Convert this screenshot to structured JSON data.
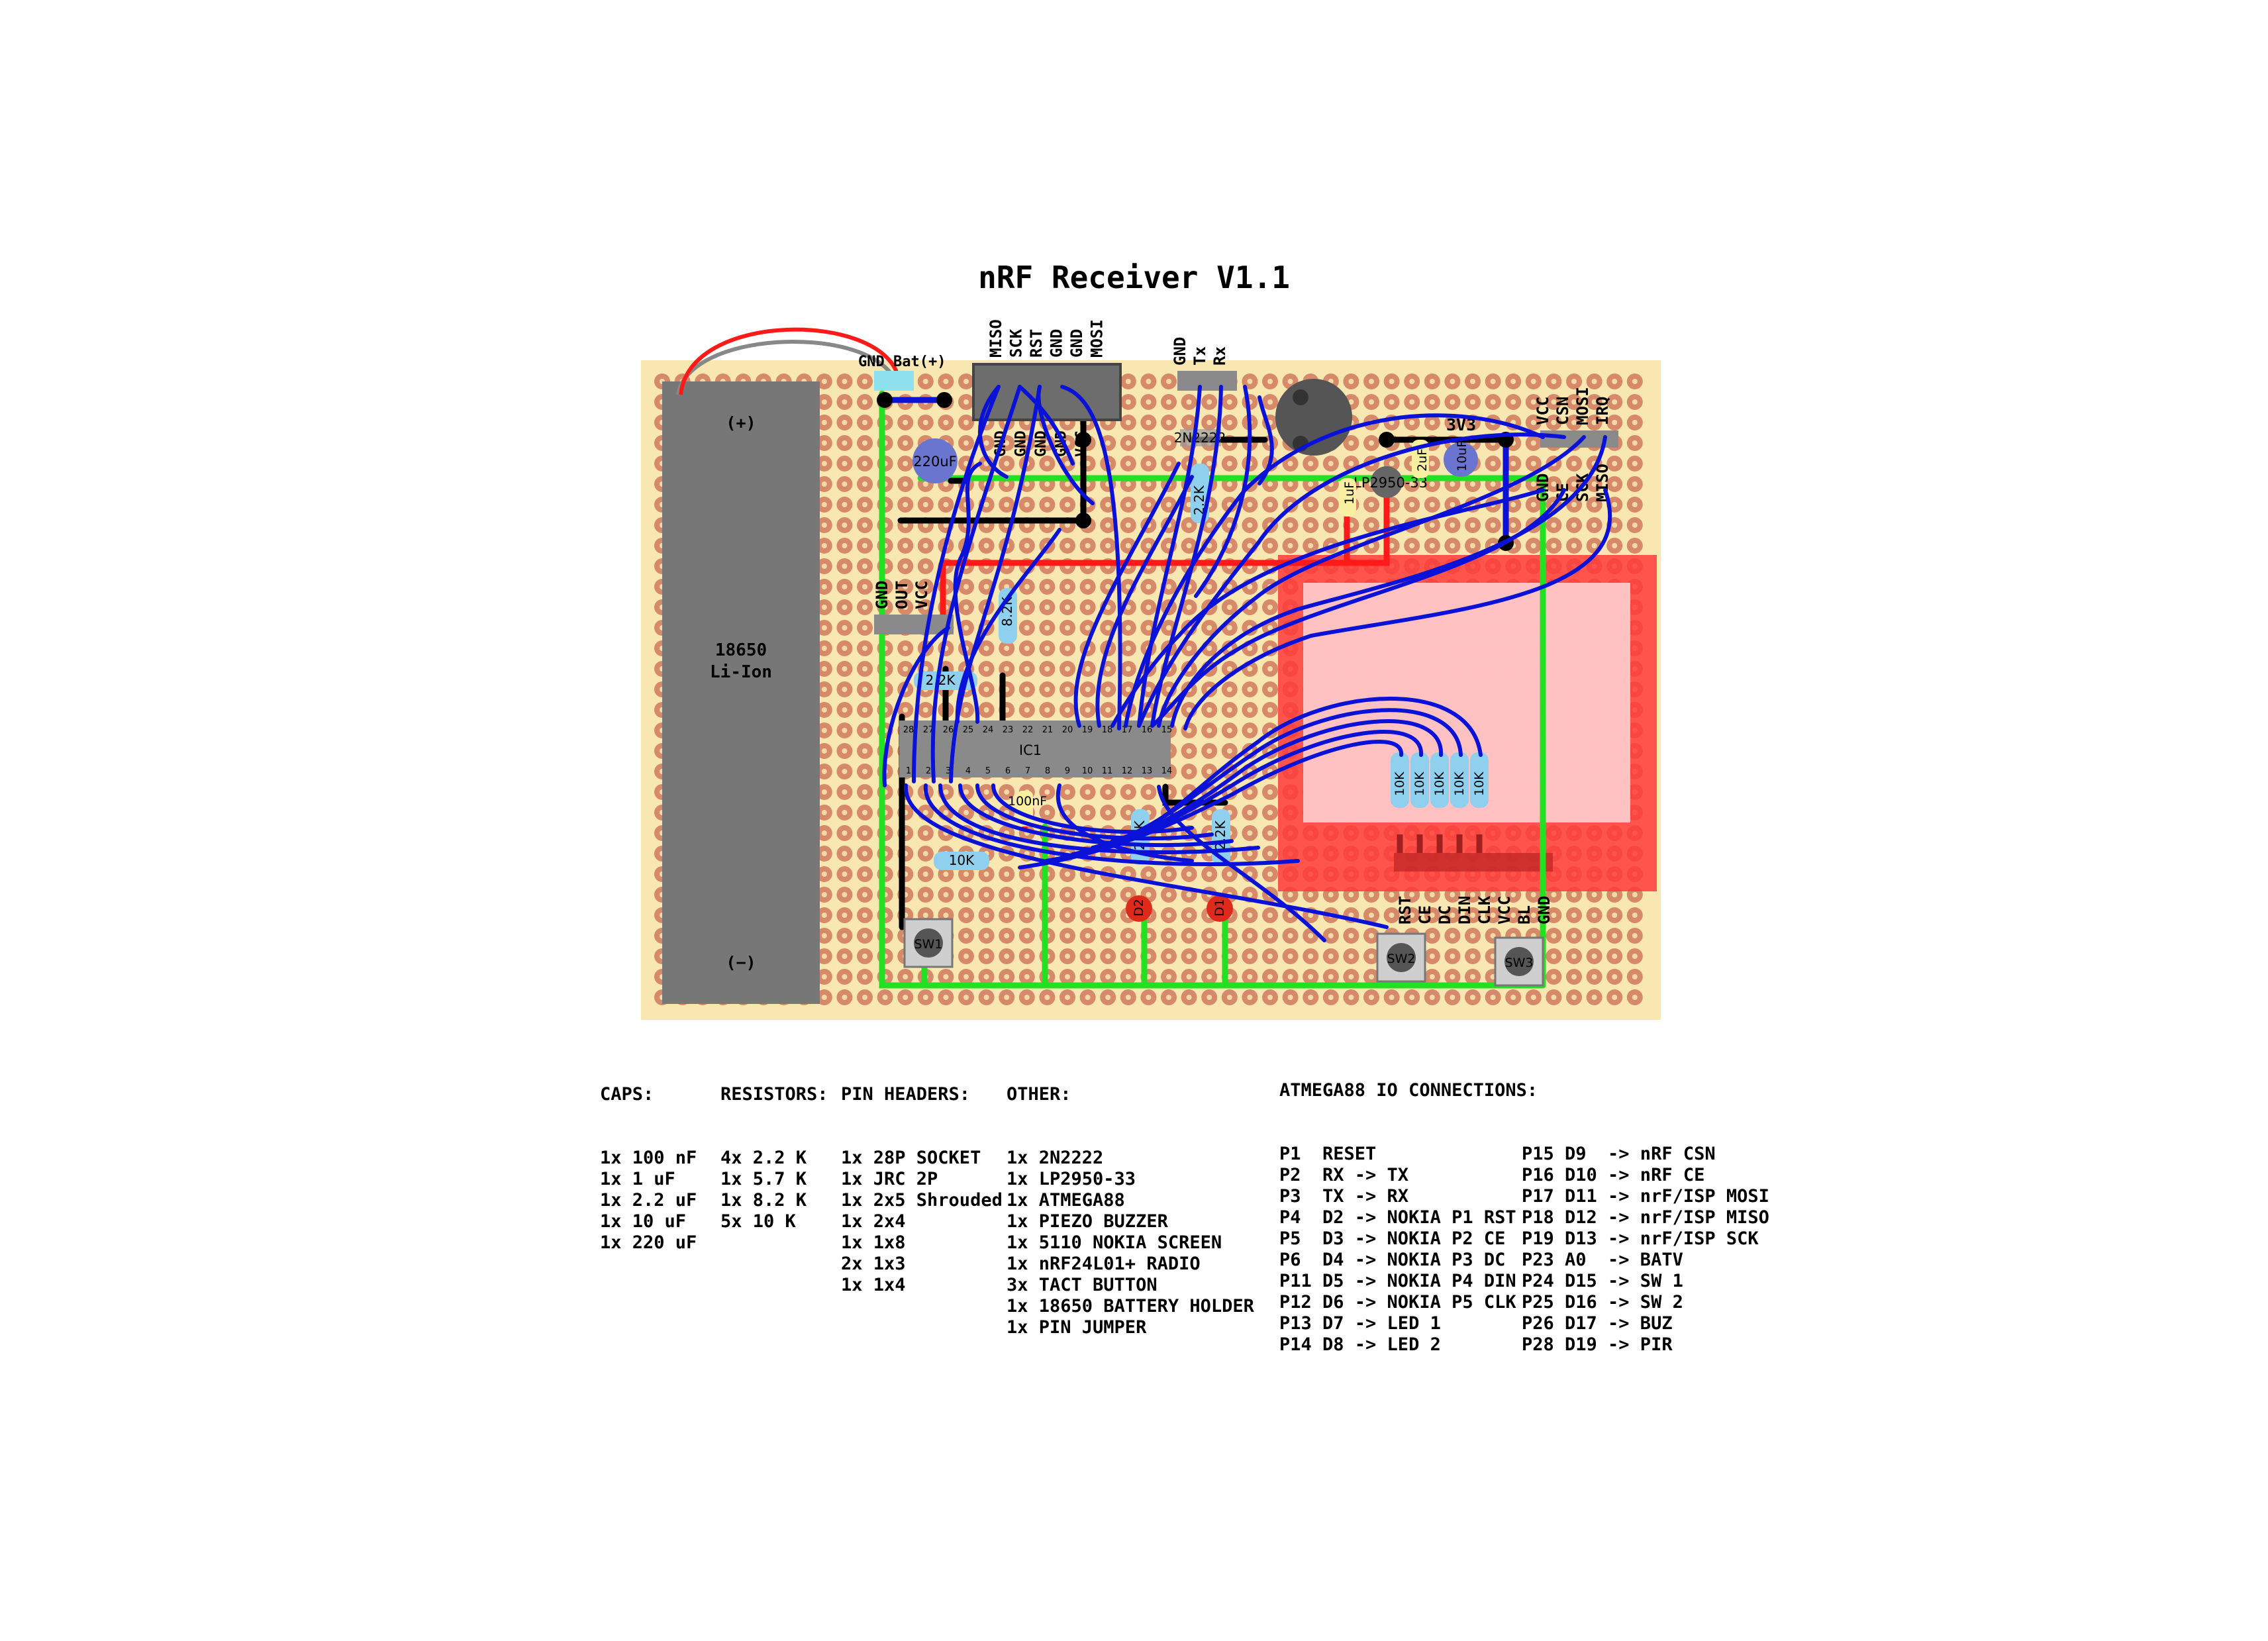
{
  "title": "nRF Receiver V1.1",
  "board": {
    "battery": {
      "line1": "18650",
      "line2": "Li-Ion",
      "plus": "(+)",
      "minus": "(−)"
    },
    "headers": {
      "bat": "GND Bat(+)",
      "isp_top": [
        "MISO",
        "SCK",
        "RST",
        "GND",
        "GND",
        "MOSI"
      ],
      "isp_bottom": [
        "GND",
        "GND",
        "GND",
        "GND",
        "VCC"
      ],
      "serial": [
        "GND",
        "Tx",
        "Rx"
      ],
      "pir": [
        "GND",
        "OUT",
        "VCC"
      ],
      "nrf_top": [
        "VCC",
        "CSN",
        "MOSI",
        "IRQ"
      ],
      "nrf_bottom": [
        "GND",
        "CE",
        "SCK",
        "MISO"
      ],
      "nokia": [
        "RST",
        "CE",
        "DC",
        "DIN",
        "CLK",
        "VCC",
        "BL",
        "GND"
      ]
    },
    "parts": {
      "cap_220": "220uF",
      "transistor": "2N2222",
      "regulator": "LP2950-33",
      "reg_label": "3V3",
      "cap_1uf": "1uF",
      "cap_2uf": "2uF",
      "cap_10uf": "10uF",
      "cap_100nf": "100nF",
      "ic": "IC1",
      "r_82k": "8.2K",
      "r_22k_a": "2.2K",
      "r_22k_b": "2.2K",
      "r_22k_c": "2.2K",
      "r_22k_d": "2.2K",
      "r_10k": "10K",
      "r_10k_bank": [
        "10K",
        "10K",
        "10K",
        "10K",
        "10K"
      ],
      "led1": "D1",
      "led2": "D2",
      "sw1": "SW1",
      "sw2": "SW2",
      "sw3": "SW3"
    },
    "ic_pins_top": [
      "28",
      "27",
      "26",
      "25",
      "24",
      "23",
      "22",
      "21",
      "20",
      "19",
      "18",
      "17",
      "16",
      "15"
    ],
    "ic_pins_bottom": [
      "1",
      "2",
      "3",
      "4",
      "5",
      "6",
      "7",
      "8",
      "9",
      "10",
      "11",
      "12",
      "13",
      "14"
    ]
  },
  "bom": {
    "caps": {
      "header": "CAPS:",
      "items": [
        "1x 100 nF",
        "1x 1 uF",
        "1x 2.2 uF",
        "1x 10 uF",
        "1x 220 uF"
      ]
    },
    "resistors": {
      "header": "RESISTORS:",
      "items": [
        "4x 2.2 K",
        "1x 5.7 K",
        "1x 8.2 K",
        "5x 10 K"
      ]
    },
    "pin_headers": {
      "header": "PIN HEADERS:",
      "items": [
        "1x 28P SOCKET",
        "1x JRC 2P",
        "1x 2x5 Shrouded",
        "1x 2x4",
        "1x 1x8",
        "2x 1x3",
        "1x 1x4"
      ]
    },
    "other": {
      "header": "OTHER:",
      "items": [
        "1x 2N2222",
        "1x LP2950-33",
        "1x ATMEGA88",
        "1x PIEZO BUZZER",
        "1x 5110 NOKIA SCREEN",
        "1x nRF24L01+ RADIO",
        "3x TACT BUTTON",
        "1x 18650 BATTERY HOLDER",
        "1x PIN JUMPER"
      ]
    },
    "io": {
      "header": "ATMEGA88 IO CONNECTIONS:",
      "left": [
        "P1  RESET",
        "P2  RX -> TX",
        "P3  TX -> RX",
        "P4  D2 -> NOKIA P1 RST",
        "P5  D3 -> NOKIA P2 CE",
        "P6  D4 -> NOKIA P3 DC",
        "P11 D5 -> NOKIA P4 DIN",
        "P12 D6 -> NOKIA P5 CLK",
        "P13 D7 -> LED 1",
        "P14 D8 -> LED 2"
      ],
      "right": [
        "P15 D9  -> nRF CSN",
        "P16 D10 -> nRF CE",
        "P17 D11 -> nrF/ISP MOSI",
        "P18 D12 -> nrF/ISP MISO",
        "P19 D13 -> nrF/ISP SCK",
        "P23 A0  -> BATV",
        "P24 D15 -> SW 1",
        "P25 D16 -> SW 2",
        "P26 D17 -> BUZ",
        "P28 D19 -> PIR"
      ]
    }
  },
  "colors": {
    "board": "#f8e7b0",
    "pad": "#d68a6a",
    "pad_hole": "#f3d9a6",
    "battery": "#777777",
    "wire_blue": "#0b12d8",
    "wire_green": "#22e022",
    "wire_red": "#ff1a1a",
    "wire_black": "#000000",
    "resistor": "#8fd0ee",
    "led": "#dd2a1a",
    "nokia": "#ff3a3a",
    "nokia_screen": "#ffc8c8",
    "ic": "#8a8a8a"
  }
}
